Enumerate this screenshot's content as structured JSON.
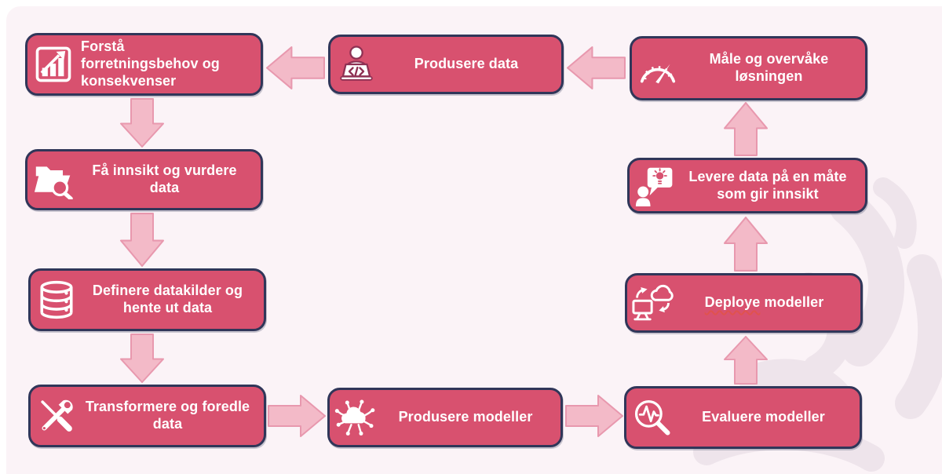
{
  "palette": {
    "background": "#fbf3f7",
    "box_fill": "#d8516f",
    "box_border": "#303659",
    "arrow_fill": "#f3bac8",
    "arrow_outline": "#e898ae",
    "text": "#ffffff",
    "spellcheck_underline": "#e0524e",
    "watermark": "#ece2e9"
  },
  "diagram": {
    "type": "cyclic-flowchart",
    "language": "Norwegian",
    "boxes": {
      "forsta": {
        "label": "Forstå forretningsbehov og konsekvenser",
        "icon": "bar-chart-growth-icon"
      },
      "fa_innsikt": {
        "label": "Få innsikt og vurdere data",
        "icon": "folder-search-icon"
      },
      "definere": {
        "label": "Definere datakilder og hente ut data",
        "icon": "database-icon"
      },
      "transformere": {
        "label": "Transformere og foredle data",
        "icon": "tools-icon"
      },
      "produsere_modeller": {
        "label": "Produsere modeller",
        "icon": "ml-network-icon"
      },
      "evaluere": {
        "label": "Evaluere modeller",
        "icon": "magnifier-pulse-icon"
      },
      "deploye": {
        "word_misspelled": "Deploye",
        "word_rest": "modeller",
        "spellcheck_squiggle": true,
        "icon": "cloud-deploy-icon"
      },
      "levere": {
        "label": "Levere data på en måte som gir innsikt",
        "icon": "person-insight-icon"
      },
      "male": {
        "label": "Måle og overvåke løsningen",
        "icon": "gauge-icon"
      },
      "produsere_data": {
        "label": "Produsere data",
        "icon": "developer-laptop-icon"
      }
    },
    "flow_order": [
      "Forstå forretningsbehov og konsekvenser",
      "Få innsikt og vurdere data",
      "Definere datakilder og hente ut data",
      "Transformere og foredle data",
      "Produsere modeller",
      "Evaluere modeller",
      "Deploye modeller",
      "Levere data på en måte som gir innsikt",
      "Måle og overvåke løsningen",
      "Produsere data"
    ]
  }
}
